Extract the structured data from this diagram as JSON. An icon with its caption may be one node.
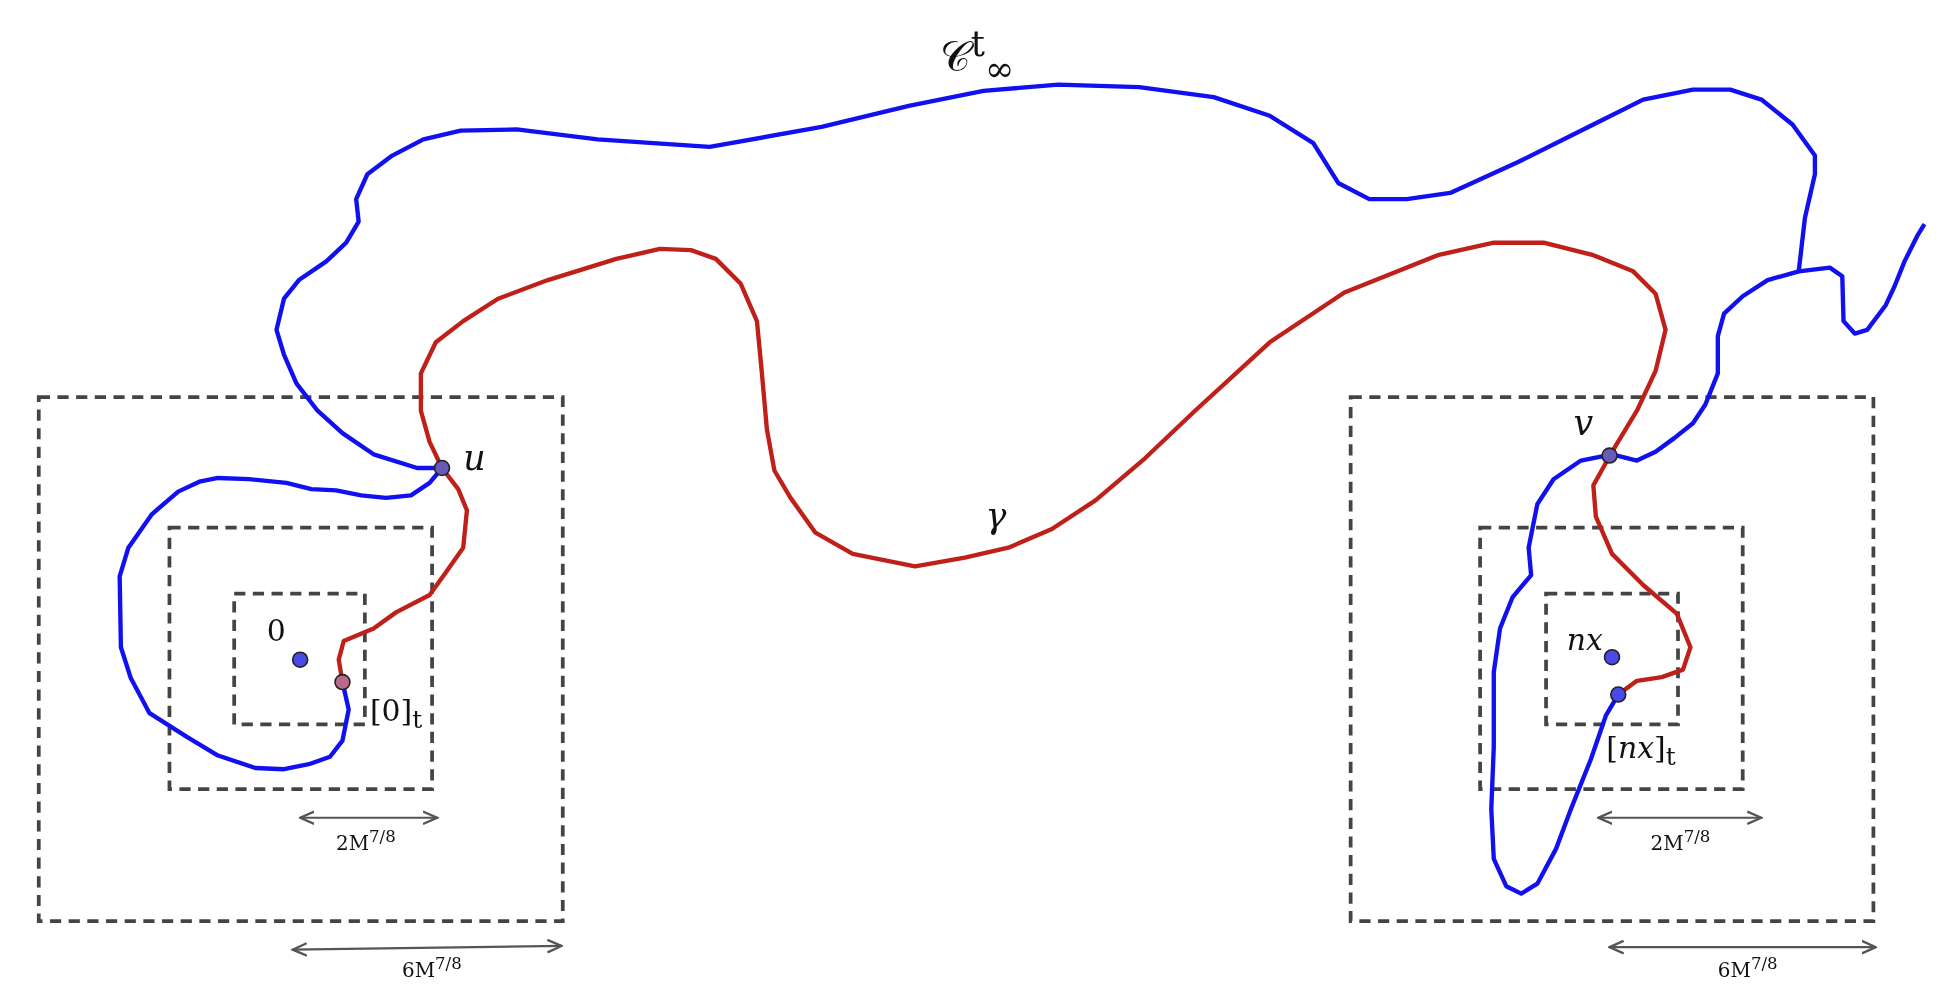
{
  "diagram": {
    "labels": [
      "𝒞$^{t}$$_{∞}$",
      "γ",
      "u",
      "v",
      "0",
      "[0]$_{t}$",
      "nx",
      "[*nx*]$_{t}$",
      "2M$^{7/8}$",
      "6M$^{7/8}$",
      "2M$^{7/8}$",
      "6M$^{7/8}$"
    ]
  }
}
